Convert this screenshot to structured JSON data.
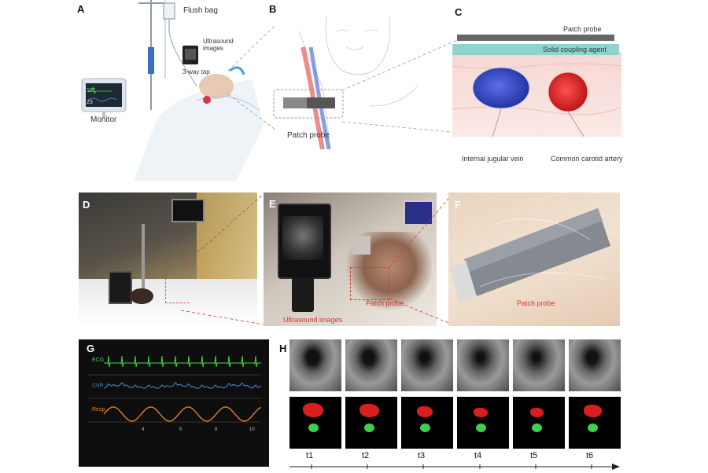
{
  "panels": {
    "a": "A",
    "b": "B",
    "c": "C",
    "d": "D",
    "e": "E",
    "f": "F",
    "g": "G",
    "h": "H"
  },
  "panel_a": {
    "flush_bag": "Flush bag",
    "ultrasound_images": "Ultrasound\nimages",
    "three_way_tap": "3-way tap",
    "monitor": "Monitor",
    "monitor_readouts": [
      "101",
      "23"
    ]
  },
  "panel_b": {
    "patch_probe": "Patch probe"
  },
  "panel_c": {
    "patch_probe": "Patch probe",
    "coupling": "Solid coupling agent",
    "vein": "Internal jugular vein",
    "artery": "Common carotid  artery"
  },
  "panel_e": {
    "patch_probe": "Patch probe",
    "ultrasound_images": "Ultrasound images"
  },
  "panel_f": {
    "patch_probe": "Patch probe"
  },
  "panel_g": {
    "traces": [
      "ECG",
      "CVP",
      "Resp"
    ],
    "ticks": [
      "4",
      "6",
      "8",
      "10"
    ]
  },
  "panel_h": {
    "timepoints": [
      "t1",
      "t2",
      "t3",
      "t4",
      "t5",
      "t6"
    ]
  },
  "colors": {
    "vein": "#2a3fb8",
    "artery": "#d81e1e",
    "coupling": "#8fd3cf",
    "ecg": "#4fd04a",
    "cvp": "#4a8fe0",
    "resp": "#f08a24",
    "dashed": "#d33a3a"
  }
}
